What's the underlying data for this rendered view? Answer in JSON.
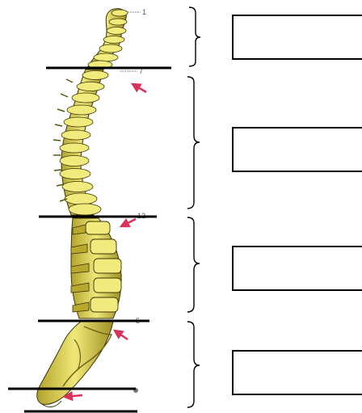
{
  "title": "",
  "markers": {
    "top": "1",
    "cervical_end": "7",
    "thoracic_end": "12",
    "lumbar_end": "5",
    "bottom": ""
  },
  "label_boxes": [
    {
      "value": ""
    },
    {
      "value": ""
    },
    {
      "value": ""
    },
    {
      "value": ""
    }
  ],
  "colors": {
    "bone": "#e8e060",
    "bone_shadow": "#8a7d1c",
    "bone_outline": "#3a3408",
    "divider": "#000000",
    "arrow": "#d9335c",
    "bracket": "#000000"
  }
}
